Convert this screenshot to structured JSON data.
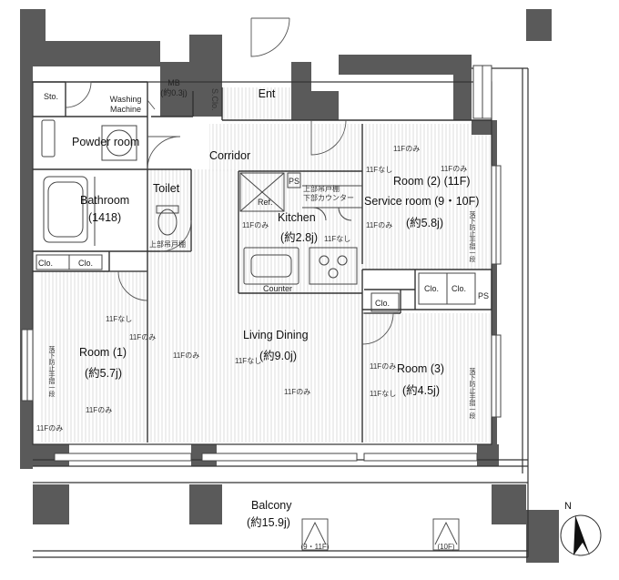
{
  "rooms": {
    "entrance": "Ent",
    "shoe_closet": "S.Clo.",
    "meter_box": "MB",
    "meter_box_area": "(約0.3j)",
    "storage": "Sto.",
    "washing_machine_1": "Washing",
    "washing_machine_2": "Machine",
    "powder_room": "Powder room",
    "corridor": "Corridor",
    "toilet": "Toilet",
    "toilet_cabinet": "上部吊戸棚",
    "bathroom": "Bathroom",
    "bathroom_size": "(1418)",
    "kitchen": "Kitchen",
    "kitchen_area": "(約2.8j)",
    "fridge": "Ref.",
    "pipe_space_1": "PS",
    "pipe_space_2": "PS",
    "kitchen_cabinet": "上部吊戸棚",
    "kitchen_counter_jp": "下部カウンター",
    "counter": "Counter",
    "service_room_1": "Room (2) (11F)",
    "service_room_2": "Service room (9・10F)",
    "service_room_area": "(約5.8j)",
    "room1": "Room (1)",
    "room1_area": "(約5.7j)",
    "living_dining": "Living Dining",
    "living_dining_area": "(約9.0j)",
    "room3": "Room (3)",
    "room3_area": "(約4.5j)",
    "balcony": "Balcony",
    "balcony_area": "(約15.9j)",
    "closet_1": "Clo.",
    "closet_2": "Clo.",
    "closet_3": "Clo.",
    "closet_4": "Clo.",
    "closet_5": "Clo."
  },
  "notes": {
    "only_11f": "11Fのみ",
    "not_11f": "11Fなし",
    "fall_guard": "落下防止手摺一段"
  },
  "vents": {
    "left": "(9・11F)",
    "right": "(10F)"
  },
  "compass": {
    "label": "N"
  }
}
